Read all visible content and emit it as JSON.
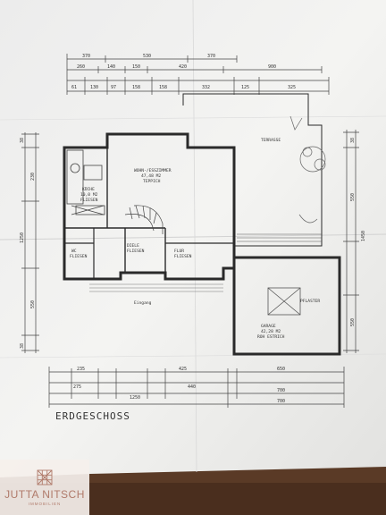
{
  "plan": {
    "floor_title": "ERDGESCHOSS",
    "rooms": {
      "living": [
        "WOHN-/ESSZIMMER",
        "47,48 M2",
        "TEPPICH"
      ],
      "kitchen": [
        "KÜCHE",
        "10,0 M2",
        "FLIESEN"
      ],
      "garage": [
        "GARAGE",
        "42,28 M2",
        "ROH ESTRICH"
      ],
      "terrace": "TERRASSE",
      "flur": [
        "FLUR",
        "FLIESEN"
      ],
      "dielen": [
        "DIELE",
        "FLIESEN"
      ],
      "wc": [
        "WC",
        "FLIESEN"
      ],
      "paving": "PFLASTER",
      "entry": "Eingang"
    },
    "dims_top": {
      "row1": [
        "370",
        "530",
        "370"
      ],
      "row2": [
        "260",
        "140",
        "150",
        "420",
        "900"
      ],
      "row3": [
        "61",
        "130",
        "97",
        "158",
        "158",
        "332",
        "125",
        "325"
      ]
    },
    "dims_bottom": {
      "row1": [
        "235",
        "425",
        "650"
      ],
      "row2": [
        "275",
        "440",
        "700"
      ],
      "row3": [
        "1250",
        "700"
      ]
    },
    "dims_left": [
      "38",
      "230",
      "1250",
      "550",
      "38"
    ],
    "dims_right": [
      "38",
      "550",
      "1450",
      "550"
    ]
  },
  "logo": {
    "brand": "JUTTA NITSCH",
    "sub": "IMMOBILIEN",
    "color": "#b07a6a"
  }
}
